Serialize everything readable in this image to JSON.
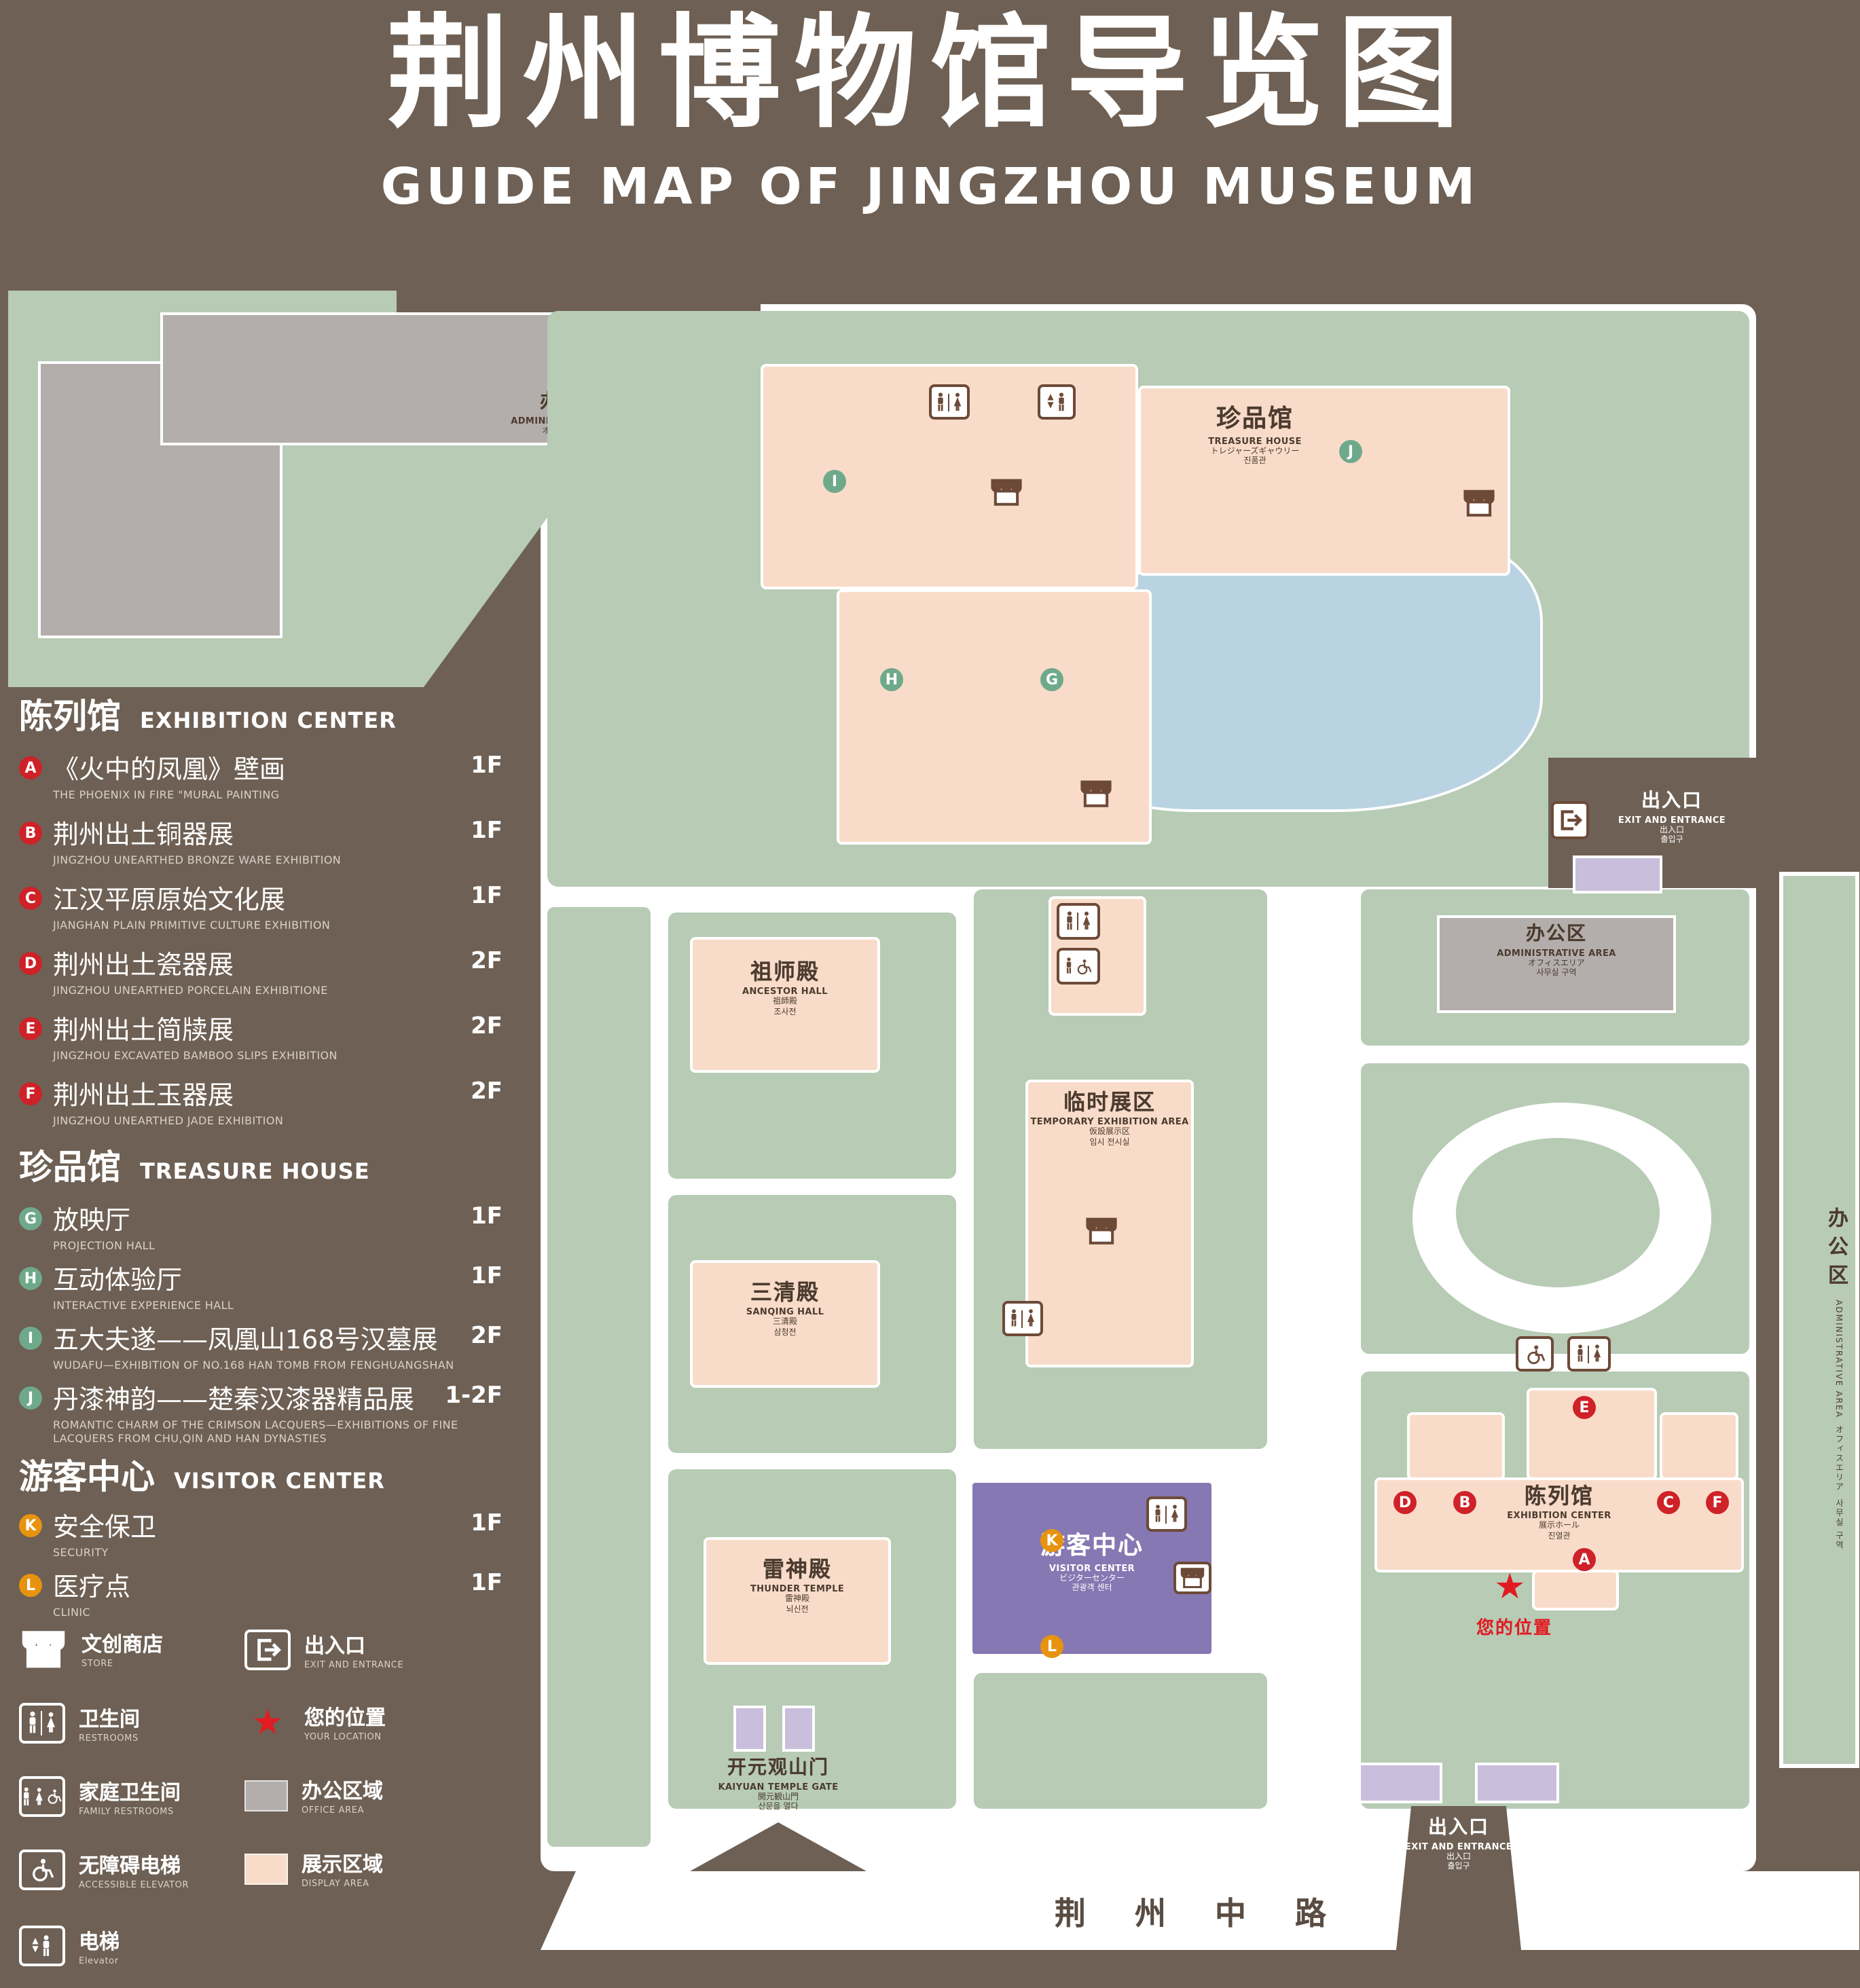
{
  "header": {
    "title_zh": "荆州博物馆导览图",
    "title_en": "GUIDE MAP OF JINGZHOU MUSEUM"
  },
  "palette": {
    "background": "#6E6054",
    "lawn_green": "#B7CBB5",
    "display_pink": "#F8DCC9",
    "office_gray": "#B3AEAB",
    "lake_blue": "#B9D3E2",
    "visitor_purple": "#8678B2",
    "gate_lavender": "#C9BEDB",
    "badge_red": "#CF2128",
    "badge_green": "#6FA98B",
    "badge_orange": "#E8930F",
    "icon_brown": "#6D4A38",
    "location_red": "#E11B22"
  },
  "legend": {
    "sections": [
      {
        "title_zh": "陈列馆",
        "title_en": "EXHIBITION CENTER",
        "items": [
          {
            "key": "A",
            "zh": "《火中的凤凰》壁画",
            "en": "THE PHOENIX IN FIRE \"MURAL PAINTING",
            "floor": "1F"
          },
          {
            "key": "B",
            "zh": "荆州出土铜器展",
            "en": "JINGZHOU UNEARTHED BRONZE WARE EXHIBITION",
            "floor": "1F"
          },
          {
            "key": "C",
            "zh": "江汉平原原始文化展",
            "en": "JIANGHAN PLAIN PRIMITIVE CULTURE EXHIBITION",
            "floor": "1F"
          },
          {
            "key": "D",
            "zh": "荆州出土瓷器展",
            "en": "JINGZHOU UNEARTHED PORCELAIN EXHIBITIONE",
            "floor": "2F"
          },
          {
            "key": "E",
            "zh": "荆州出土简牍展",
            "en": "JINGZHOU EXCAVATED BAMBOO SLIPS EXHIBITION",
            "floor": "2F"
          },
          {
            "key": "F",
            "zh": "荆州出土玉器展",
            "en": "JINGZHOU UNEARTHED JADE EXHIBITION",
            "floor": "2F"
          }
        ]
      },
      {
        "title_zh": "珍品馆",
        "title_en": "TREASURE HOUSE",
        "items": [
          {
            "key": "G",
            "zh": "放映厅",
            "en": "PROJECTION HALL",
            "floor": "1F"
          },
          {
            "key": "H",
            "zh": "互动体验厅",
            "en": "INTERACTIVE EXPERIENCE HALL",
            "floor": "1F"
          },
          {
            "key": "I",
            "zh": "五大夫遂——凤凰山168号汉墓展",
            "en": "WUDAFU—EXHIBITION OF NO.168 HAN TOMB FROM FENGHUANGSHAN",
            "floor": "2F"
          },
          {
            "key": "J",
            "zh": "丹漆神韵——楚秦汉漆器精品展",
            "en": "ROMANTIC CHARM OF THE CRIMSON LACQUERS—EXHIBITIONS OF FINE LACQUERS FROM CHU,QIN AND HAN DYNASTIES",
            "floor": "1-2F"
          }
        ]
      },
      {
        "title_zh": "游客中心",
        "title_en": "VISITOR CENTER",
        "items": [
          {
            "key": "K",
            "zh": "安全保卫",
            "en": "SECURITY",
            "floor": "1F"
          },
          {
            "key": "L",
            "zh": "医疗点",
            "en": "CLINIC",
            "floor": "1F"
          }
        ]
      }
    ],
    "symbols": [
      {
        "icon": "store-icon",
        "zh": "文创商店",
        "en": "STORE"
      },
      {
        "icon": "exit-icon",
        "zh": "出入口",
        "en": "EXIT AND ENTRANCE"
      },
      {
        "icon": "restroom-icon",
        "zh": "卫生间",
        "en": "RESTROOMS"
      },
      {
        "icon": "location-star-icon",
        "zh": "您的位置",
        "en": "YOUR LOCATION"
      },
      {
        "icon": "family-restroom-icon",
        "zh": "家庭卫生间",
        "en": "FAMILY RESTROOMS"
      },
      {
        "icon": "office-area-swatch",
        "zh": "办公区域",
        "en": "OFFICE AREA"
      },
      {
        "icon": "accessible-elevator-icon",
        "zh": "无障碍电梯",
        "en": "ACCESSIBLE ELEVATOR"
      },
      {
        "icon": "display-area-swatch",
        "zh": "展示区域",
        "en": "DISPLAY AREA"
      },
      {
        "icon": "elevator-icon",
        "zh": "电梯",
        "en": "Elevator"
      }
    ]
  },
  "map": {
    "admin_top": {
      "zh": "办公区",
      "en": "ADMINISTRATIVE AREA",
      "jp": "オフィスエリア",
      "kr": "사무실 구역"
    },
    "treasure_house": {
      "zh": "珍品馆",
      "en": "TREASURE HOUSE",
      "jp": "トレジャーズギャウリー",
      "kr": "진품관"
    },
    "exit_right": {
      "zh": "出入口",
      "en": "EXIT AND ENTRANCE",
      "jp": "出入口",
      "kr": "출입구"
    },
    "ancestor_hall": {
      "zh": "祖师殿",
      "en": "ANCESTOR HALL",
      "jp": "祖師殿",
      "kr": "조사전"
    },
    "temporary_area": {
      "zh": "临时展区",
      "en": "TEMPORARY EXHIBITION AREA",
      "jp": "仮設展示区",
      "kr": "임시 전시실"
    },
    "admin_mid": {
      "zh": "办公区",
      "en": "ADMINISTRATIVE AREA",
      "jp": "オフィスエリア",
      "kr": "사무실 구역"
    },
    "sanqing_hall": {
      "zh": "三清殿",
      "en": "SANQING HALL",
      "jp": "三清殿",
      "kr": "삼청전"
    },
    "thunder_temple": {
      "zh": "雷神殿",
      "en": "THUNDER TEMPLE",
      "jp": "雷神殿",
      "kr": "뇌신전"
    },
    "visitor_center": {
      "zh": "游客中心",
      "en": "VISITOR CENTER",
      "jp": "ビジターセンター",
      "kr": "관광객 센터"
    },
    "exhibition_center": {
      "zh": "陈列馆",
      "en": "EXHIBITION CENTER",
      "jp": "展示ホール",
      "kr": "진열관"
    },
    "your_location": {
      "zh": "您的位置"
    },
    "gate": {
      "zh": "开元观山门",
      "en": "KAIYUAN TEMPLE GATE",
      "jp": "開元観山門",
      "kr": "산문을 열다"
    },
    "exit_bottom": {
      "zh": "出入口",
      "en": "EXIT AND ENTRANCE",
      "jp": "出入口",
      "kr": "출입구"
    },
    "admin_right": {
      "zh": "办公区",
      "en": "ADMINISTRATIVE AREA",
      "jp": "オフィスエリア",
      "kr": "사무실 구역"
    },
    "road": {
      "zh": "荆 州 中 路"
    }
  }
}
